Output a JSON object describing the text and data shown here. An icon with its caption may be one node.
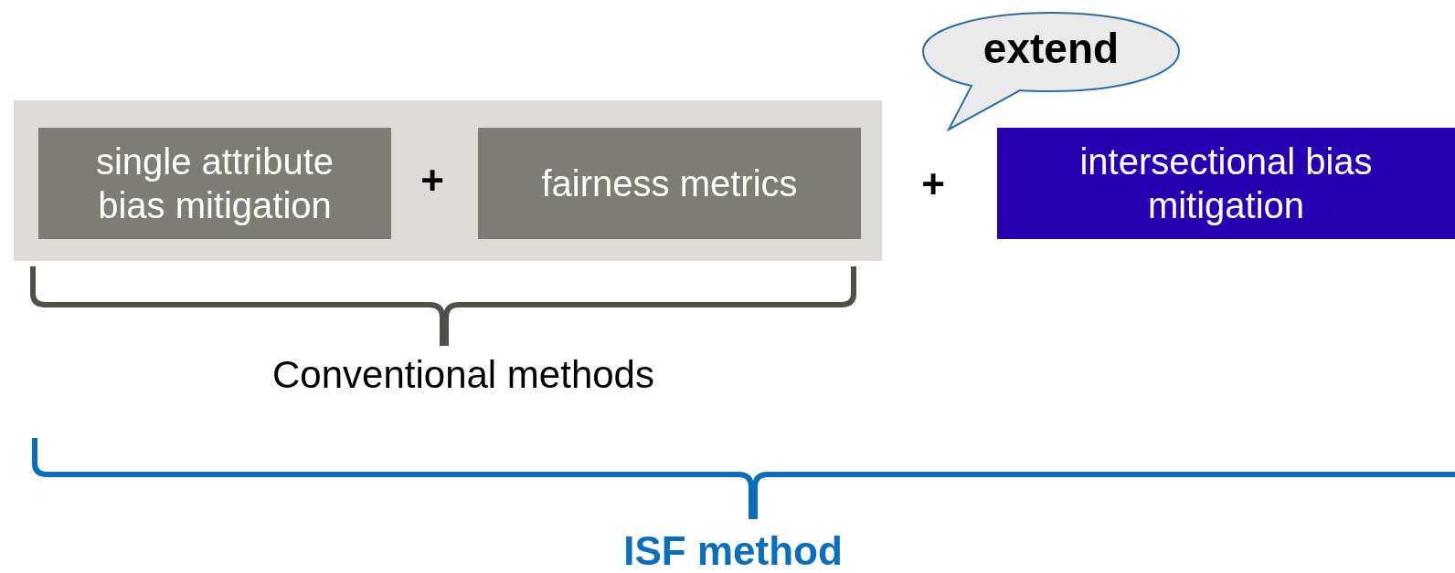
{
  "diagram": {
    "nodes": [
      {
        "text": [],
        "shape": "box"
      },
      {
        "text": [
          "single attribute bias mitigation"
        ],
        "in": 0
      },
      {
        "text": [
          "fairness metrics"
        ],
        "in": 0
      },
      {
        "text": [
          "extend"
        ]
      },
      {
        "text": [
          "intersectional bias mitigation"
        ]
      }
    ],
    "labels": [
      "+",
      "+",
      "Conventional methods",
      "ISF method"
    ]
  }
}
